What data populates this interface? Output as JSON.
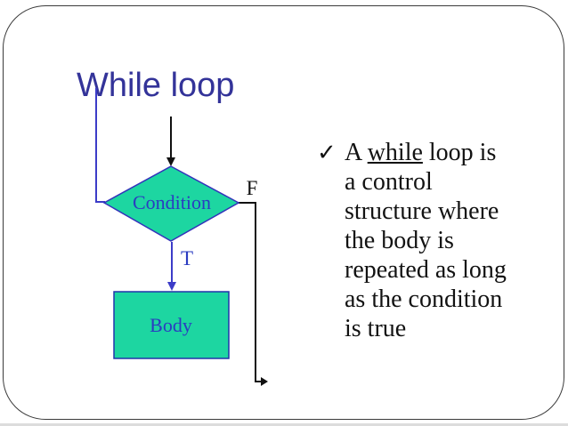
{
  "slide": {
    "title": "While loop",
    "colors": {
      "title_text": "#333399",
      "shape_fill": "#1dd6a1",
      "shape_border": "#3333bb",
      "diagram_blue": "#3c3cc8",
      "diagram_black": "#111111",
      "body_text": "#121212",
      "slide_border": "#3a3a3a",
      "background": "#ffffff"
    }
  },
  "flowchart": {
    "condition_label": "Condition",
    "body_label": "Body",
    "true_label": "T",
    "false_label": "F"
  },
  "bullet": {
    "check": "✓",
    "line1_pre": "A ",
    "line1_underline": "while",
    "line1_post": " loop is",
    "rest_lines": [
      "a control",
      "structure where",
      "the body is",
      "repeated as long",
      "as the condition",
      "is true"
    ]
  }
}
